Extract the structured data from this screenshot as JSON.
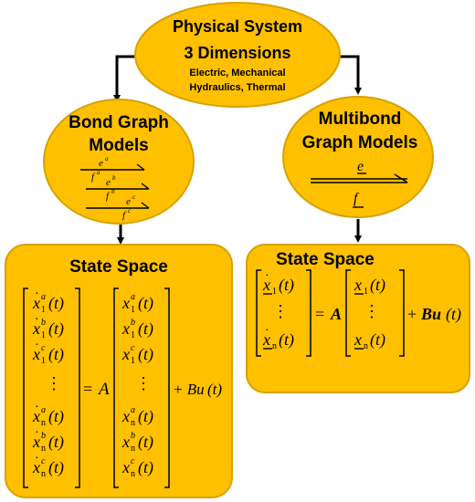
{
  "physical_system": {
    "title": "Physical System",
    "subtitle": "3 Dimensions",
    "domains_line1": "Electric, Mechanical",
    "domains_line2": "Hydraulics, Thermal"
  },
  "bond_graph": {
    "title_line1": "Bond Graph",
    "title_line2": "Models",
    "bond_labels": [
      "e",
      "a",
      "f",
      "a",
      "e",
      "b",
      "f",
      "b",
      "e",
      "c",
      "f",
      "c"
    ]
  },
  "multibond_graph": {
    "title_line1": "Multibond",
    "title_line2": "Graph Models",
    "effort": "e",
    "flow": "f"
  },
  "state_space_left": {
    "title": "State Space",
    "x": "x",
    "sub1": "1",
    "subn": "n",
    "sup_a": "a",
    "sup_b": "b",
    "sup_c": "c",
    "arg": "(t)",
    "vdots": "⋮",
    "equals": "=",
    "A": "A",
    "plus_Bu": "+ Bu",
    "arg_u": "(t)"
  },
  "state_space_right": {
    "title": "State Space",
    "x": "x",
    "sub1": "1",
    "subn": "n",
    "arg": "(t)",
    "vdots": "⋮",
    "equals": "=",
    "A": "A",
    "plus": "+",
    "Bu": "Bu",
    "arg_u": "(t)"
  },
  "colors": {
    "node_fill": "#ffc000",
    "node_border": "#d8a200",
    "text": "#000000"
  }
}
